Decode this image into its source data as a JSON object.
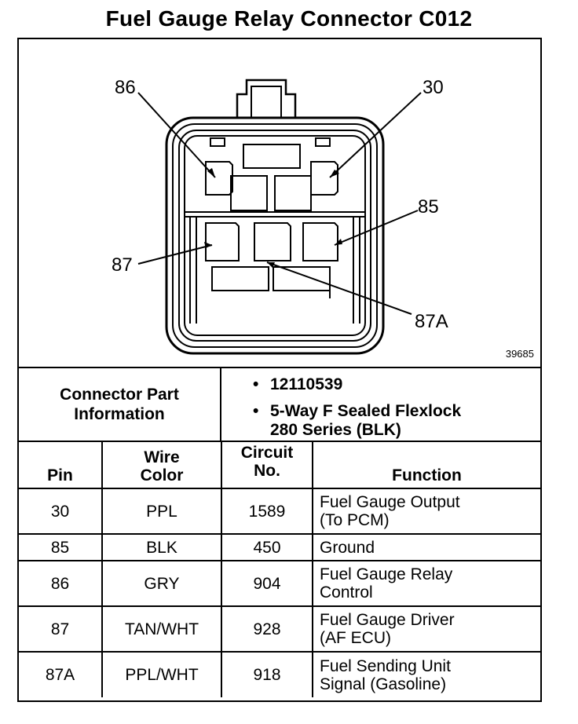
{
  "title": "Fuel Gauge Relay Connector C012",
  "diagram": {
    "pin_labels": [
      "86",
      "30",
      "85",
      "87",
      "87A"
    ],
    "figure_number": "39685"
  },
  "connector_info": {
    "label_line1": "Connector Part",
    "label_line2": "Information",
    "part_number": "12110539",
    "description_line1": "5-Way F Sealed Flexlock",
    "description_line2": "280 Series (BLK)",
    "bullet": "•"
  },
  "table": {
    "headers": {
      "pin": "Pin",
      "wire_color_line1": "Wire",
      "wire_color_line2": "Color",
      "circuit_line1": "Circuit",
      "circuit_line2": "No.",
      "function": "Function"
    },
    "rows": [
      {
        "pin": "30",
        "wire_color": "PPL",
        "circuit": "1589",
        "function_line1": "Fuel Gauge Output",
        "function_line2": "(To PCM)"
      },
      {
        "pin": "85",
        "wire_color": "BLK",
        "circuit": "450",
        "function_line1": "Ground",
        "function_line2": ""
      },
      {
        "pin": "86",
        "wire_color": "GRY",
        "circuit": "904",
        "function_line1": "Fuel Gauge Relay",
        "function_line2": "Control"
      },
      {
        "pin": "87",
        "wire_color": "TAN/WHT",
        "circuit": "928",
        "function_line1": "Fuel Gauge Driver",
        "function_line2": "(AF ECU)"
      },
      {
        "pin": "87A",
        "wire_color": "PPL/WHT",
        "circuit": "918",
        "function_line1": "Fuel Sending Unit",
        "function_line2": "Signal (Gasoline)"
      }
    ]
  }
}
